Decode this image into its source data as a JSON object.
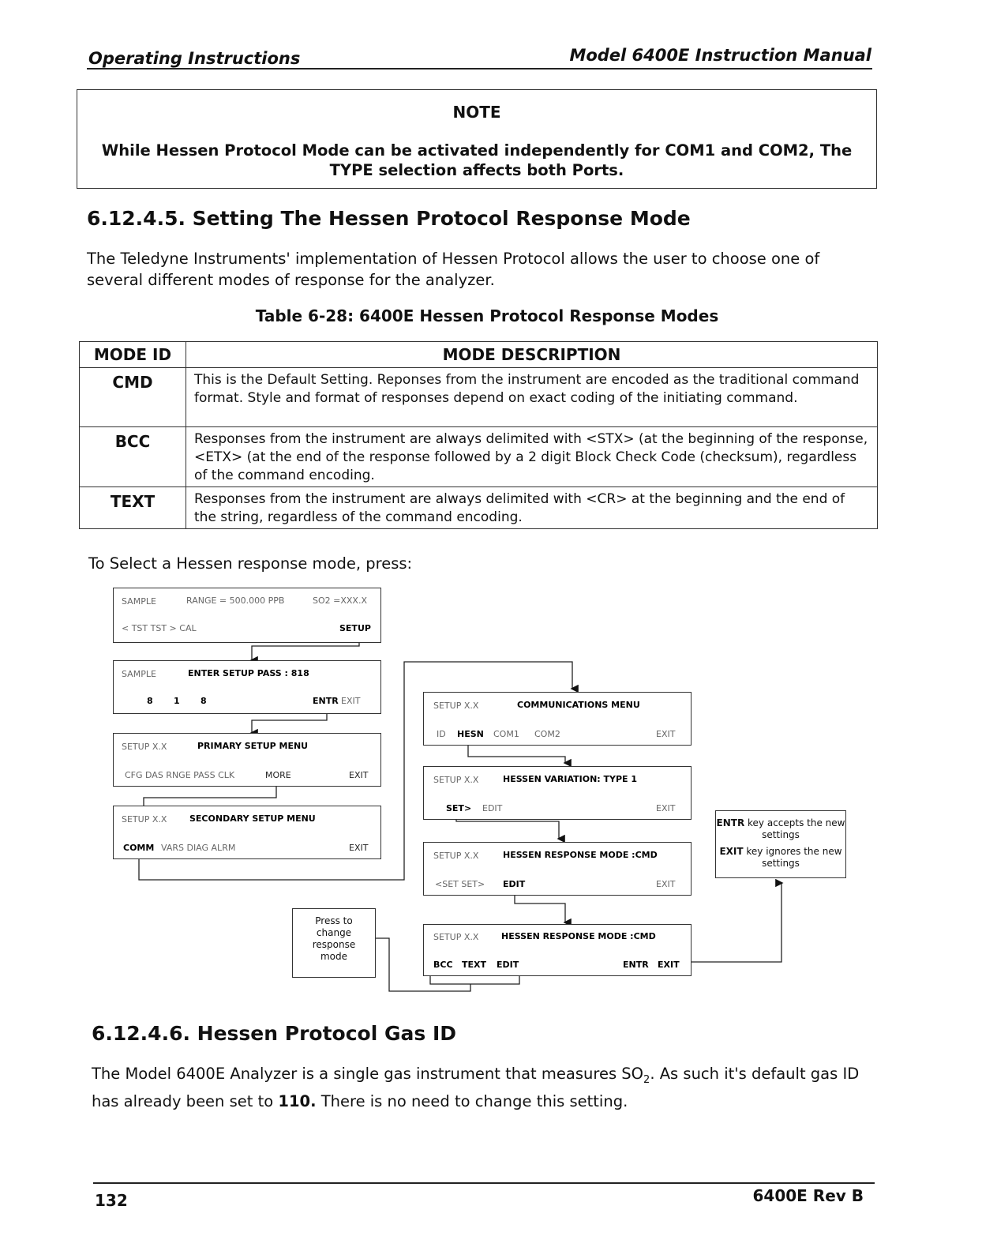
{
  "header": {
    "left": "Operating Instructions",
    "right": "Model 6400E Instruction Manual"
  },
  "note": {
    "title": "NOTE",
    "body": "While Hessen Protocol Mode can be activated independently for COM1 and COM2, The TYPE selection affects both Ports."
  },
  "section1": {
    "heading": "6.12.4.5. Setting The Hessen Protocol Response Mode",
    "intro": "The Teledyne Instruments' implementation of Hessen Protocol allows the user to choose one of several different modes of response for the analyzer.",
    "table_caption": "Table 6-28:  6400E Hessen Protocol Response Modes",
    "columns": [
      "MODE ID",
      "MODE DESCRIPTION"
    ],
    "rows": [
      {
        "id": "CMD",
        "desc": "This is the Default Setting.  Reponses from the instrument are encoded as the traditional command format.  Style and format of responses depend on exact coding of the initiating command."
      },
      {
        "id": "BCC",
        "desc": "Responses from the instrument are always delimited with <STX> (at the beginning of the response, <ETX> (at the end of the response followed by a 2 digit Block Check Code (checksum), regardless of the command encoding."
      },
      {
        "id": "TEXT",
        "desc": "Responses from the instrument are always delimited with <CR> at the beginning and the end of the string, regardless of the command encoding."
      }
    ],
    "select_text": "To Select a Hessen response mode, press:"
  },
  "diagram": {
    "s1": {
      "a": "SAMPLE",
      "b": "RANGE = 500.000 PPB",
      "c": "SO2 =XXX.X",
      "d": "< TST  TST >  CAL",
      "e": "SETUP"
    },
    "s2": {
      "a": "SAMPLE",
      "b": "ENTER SETUP PASS : 818",
      "c": "8",
      "d": "1",
      "e": "8",
      "f": "ENTR",
      "g": "EXIT"
    },
    "s3": {
      "a": "SETUP X.X",
      "b": "PRIMARY SETUP MENU",
      "c": "CFG  DAS  RNGE  PASS  CLK",
      "d": "MORE",
      "e": "EXIT"
    },
    "s4": {
      "a": "SETUP X.X",
      "b": "SECONDARY SETUP MENU",
      "c": "COMM",
      "d": "VARS  DIAG  ALRM",
      "e": "EXIT"
    },
    "s5": {
      "a": "SETUP X.X",
      "b": "COMMUNICATIONS MENU",
      "c": "ID",
      "d": "HESN",
      "e": "COM1",
      "f": "COM2",
      "g": "EXIT"
    },
    "s6": {
      "a": "SETUP X.X",
      "b": "HESSEN VARIATION: TYPE 1",
      "c": "SET>",
      "d": "EDIT",
      "e": "EXIT"
    },
    "s7": {
      "a": "SETUP X.X",
      "b": "HESSEN RESPONSE MODE :CMD",
      "c": "<SET  SET>",
      "d": "EDIT",
      "e": "EXIT"
    },
    "s8": {
      "a": "SETUP X.X",
      "b": "HESSEN RESPONSE MODE :CMD",
      "c": "BCC",
      "d": "TEXT",
      "e": "EDIT",
      "f": "ENTR",
      "g": "EXIT"
    },
    "callout_entr": {
      "k1": "ENTR",
      "t1": " key accepts the new settings",
      "k2": "EXIT",
      "t2": " key ignores the new settings"
    },
    "callout_press": "Press to change response mode"
  },
  "section2": {
    "heading": "6.12.4.6. Hessen Protocol Gas ID",
    "p_a": "The Model 6400E Analyzer is a single gas instrument that measures SO",
    "p_sub": "2",
    "p_b": ".  As such it's default gas ID has already been set to ",
    "p_bold": "110.",
    "p_c": "  There is no need to change this setting."
  },
  "footer": {
    "page": "132",
    "rev": "6400E Rev B"
  }
}
